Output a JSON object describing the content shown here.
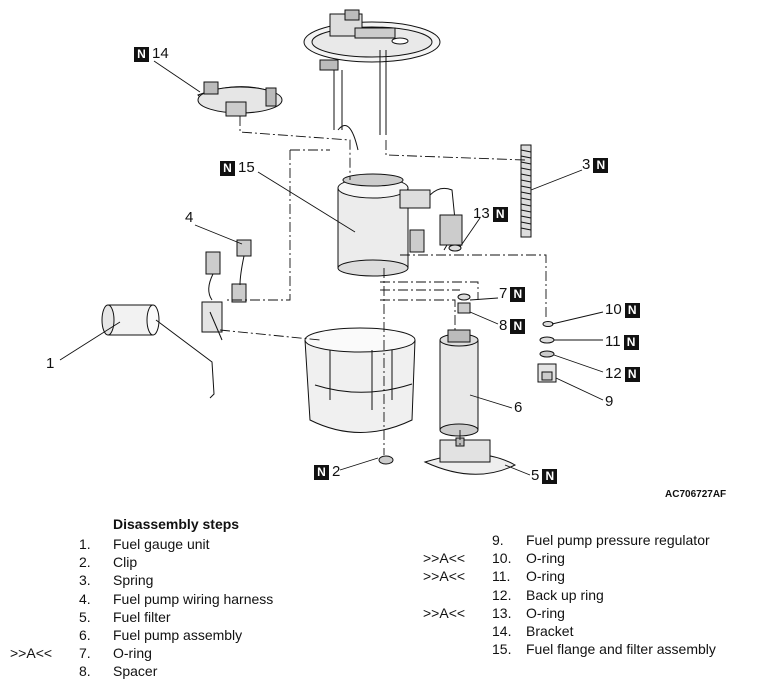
{
  "figure_id": "AC706727AF",
  "callouts": [
    {
      "num": "14",
      "new_part": true,
      "badge": "N"
    },
    {
      "num": "15",
      "new_part": true,
      "badge": "N"
    },
    {
      "num": "3",
      "new_part": true,
      "badge": "N"
    },
    {
      "num": "4",
      "new_part": false
    },
    {
      "num": "13",
      "new_part": true,
      "badge": "N"
    },
    {
      "num": "7",
      "new_part": true,
      "badge": "N"
    },
    {
      "num": "8",
      "new_part": true,
      "badge": "N"
    },
    {
      "num": "10",
      "new_part": true,
      "badge": "N"
    },
    {
      "num": "11",
      "new_part": true,
      "badge": "N"
    },
    {
      "num": "12",
      "new_part": true,
      "badge": "N"
    },
    {
      "num": "9",
      "new_part": false
    },
    {
      "num": "6",
      "new_part": false
    },
    {
      "num": "1",
      "new_part": false
    },
    {
      "num": "2",
      "new_part": true,
      "badge": "N"
    },
    {
      "num": "5",
      "new_part": true,
      "badge": "N"
    }
  ],
  "steps_title": "Disassembly steps",
  "steps": [
    {
      "num": "1.",
      "label": "Fuel gauge unit",
      "mark": ""
    },
    {
      "num": "2.",
      "label": "Clip",
      "mark": ""
    },
    {
      "num": "3.",
      "label": "Spring",
      "mark": ""
    },
    {
      "num": "4.",
      "label": "Fuel pump wiring harness",
      "mark": ""
    },
    {
      "num": "5.",
      "label": "Fuel filter",
      "mark": ""
    },
    {
      "num": "6.",
      "label": "Fuel pump assembly",
      "mark": ""
    },
    {
      "num": "7.",
      "label": "O-ring",
      "mark": ">>A<<"
    },
    {
      "num": "8.",
      "label": "Spacer",
      "mark": ""
    },
    {
      "num": "9.",
      "label": "Fuel pump pressure regulator",
      "mark": ""
    },
    {
      "num": "10.",
      "label": "O-ring",
      "mark": ">>A<<"
    },
    {
      "num": "11.",
      "label": "O-ring",
      "mark": ">>A<<"
    },
    {
      "num": "12.",
      "label": "Back up ring",
      "mark": ""
    },
    {
      "num": "13.",
      "label": "O-ring",
      "mark": ">>A<<"
    },
    {
      "num": "14.",
      "label": "Bracket",
      "mark": ""
    },
    {
      "num": "15.",
      "label": "Fuel flange and filter assembly",
      "mark": ""
    }
  ]
}
